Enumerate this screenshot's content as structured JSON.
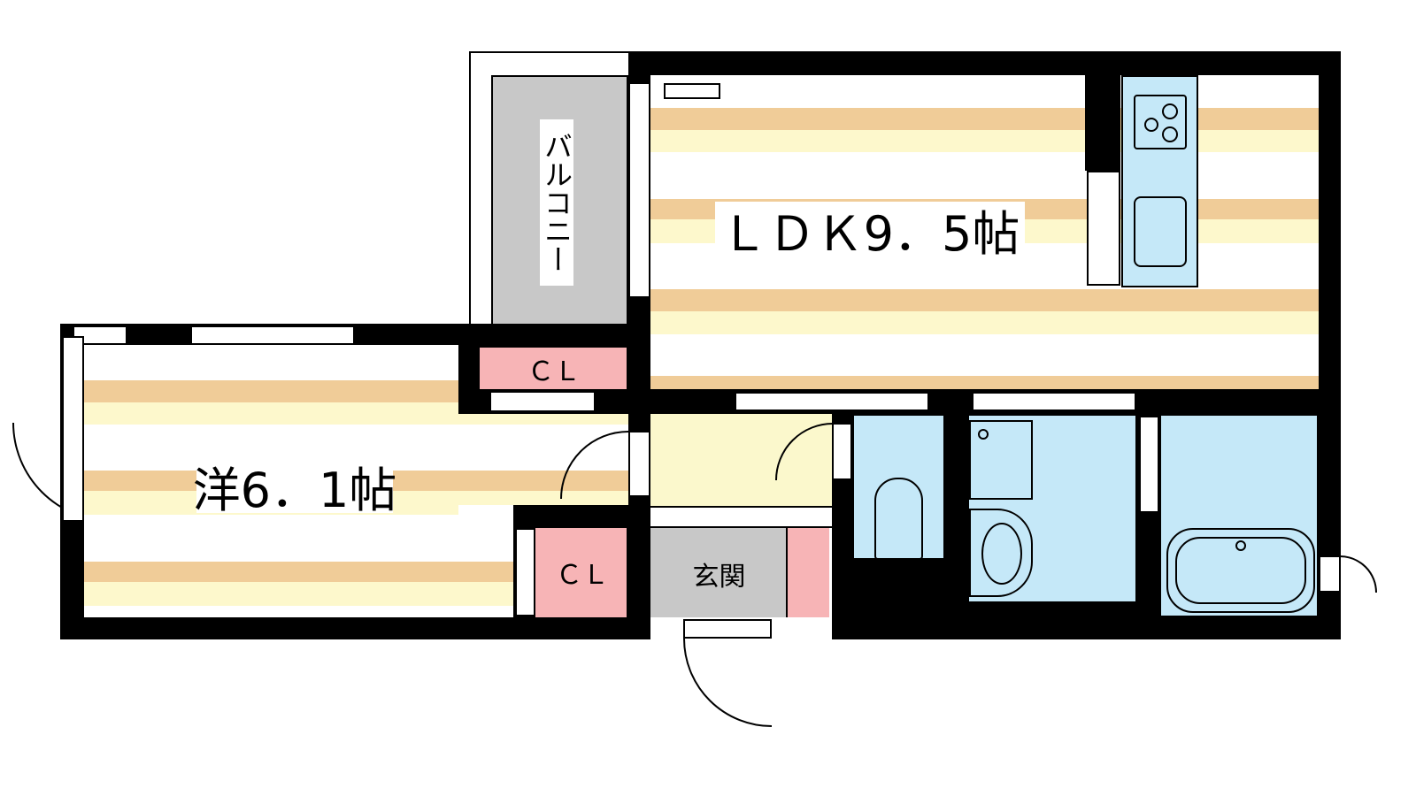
{
  "rooms": {
    "ldk": {
      "label": "ＬＤＫ9．5帖"
    },
    "western": {
      "label": "洋6．1帖"
    },
    "balcony": {
      "label": "バルコニー"
    },
    "closet_1": {
      "label": "ＣＬ"
    },
    "closet_2": {
      "label": "ＣＬ"
    },
    "entrance": {
      "label": "玄関"
    }
  },
  "colors": {
    "wall": "#000000",
    "floor_stripe": "#f0cc98",
    "floor_light": "#fdf8cc",
    "wet_area": "#c5e8f8",
    "closet": "#f7b4b6",
    "balcony": "#c8c8c8"
  }
}
